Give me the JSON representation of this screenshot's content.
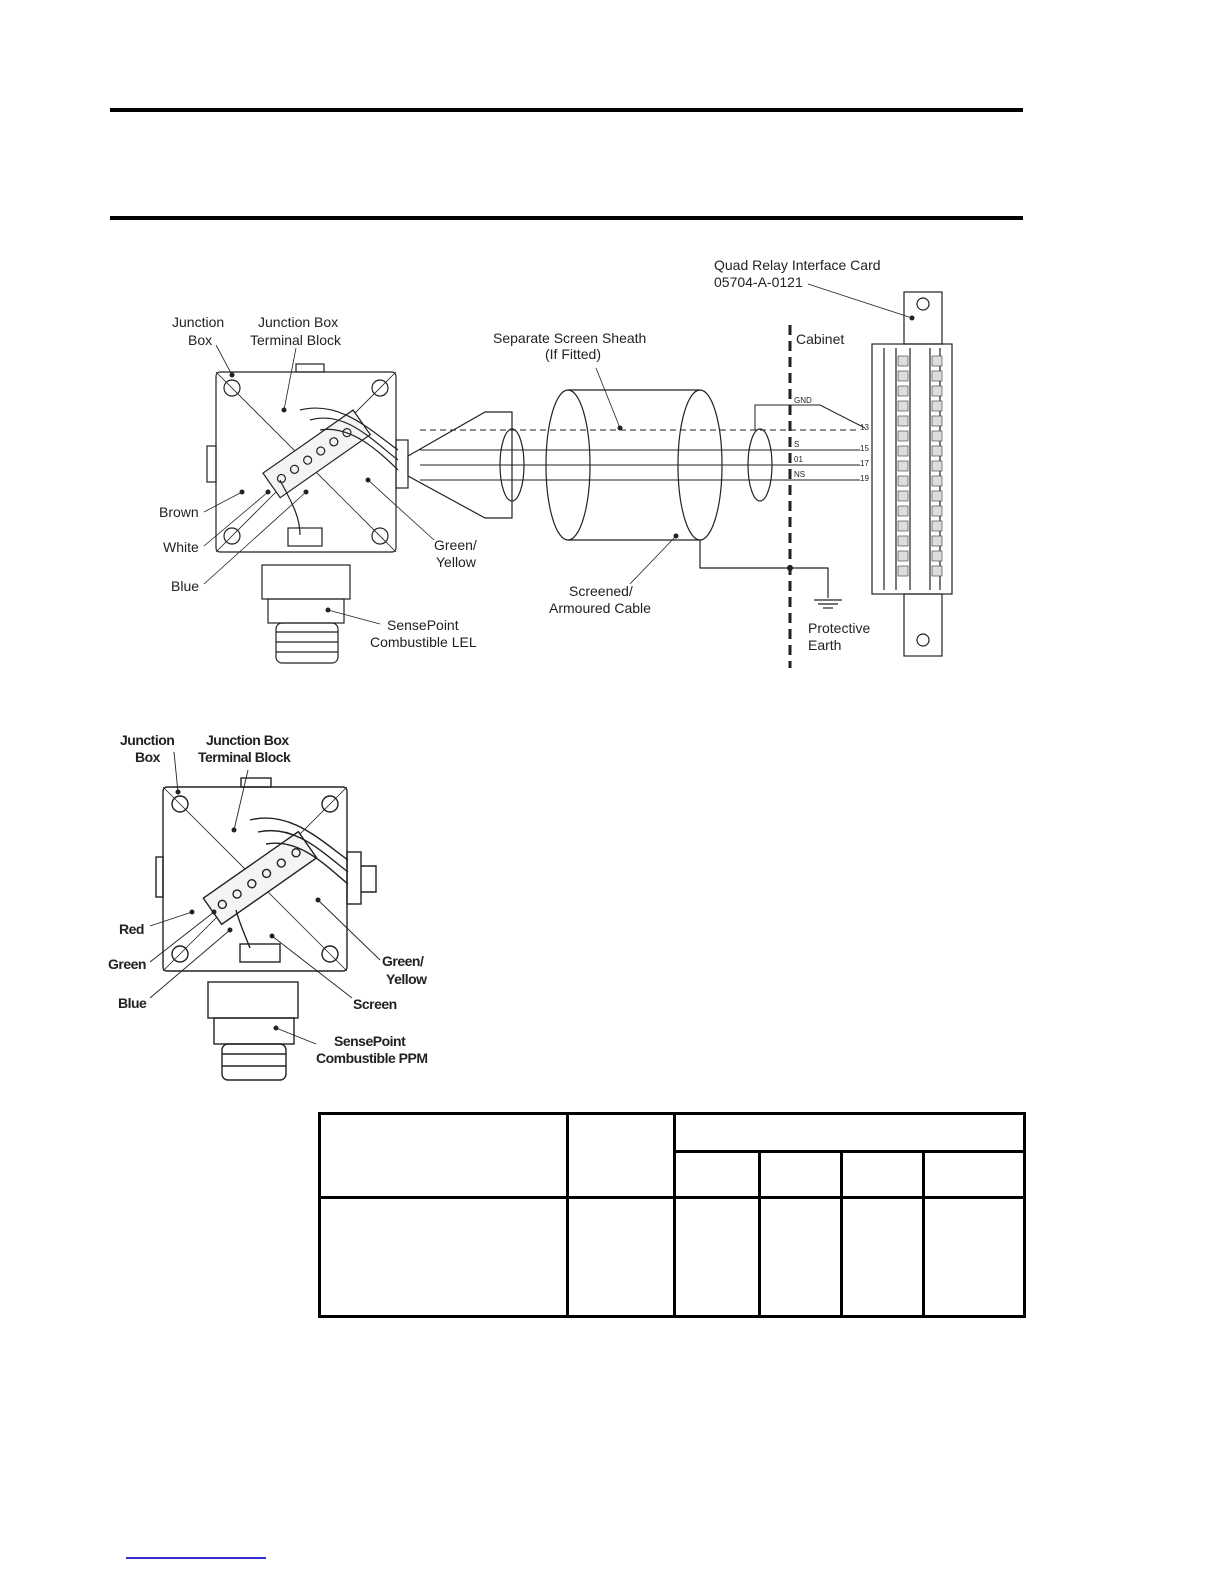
{
  "diagram_lel": {
    "quad_relay_line1": "Quad Relay Interface Card",
    "quad_relay_line2": "05704-A-0121",
    "junction_box_line1": "Junction",
    "junction_box_line2": "Box",
    "terminal_block_line1": "Junction Box",
    "terminal_block_line2": "Terminal Block",
    "sheath_line1": "Separate Screen Sheath",
    "sheath_line2": "(If Fitted)",
    "cabinet": "Cabinet",
    "gnd": "GND",
    "s": "S",
    "o1": "01",
    "ns": "NS",
    "term_13": "13",
    "term_15": "15",
    "term_17": "17",
    "term_19": "19",
    "brown": "Brown",
    "white": "White",
    "blue": "Blue",
    "green_yellow_line1": "Green/",
    "green_yellow_line2": "Yellow",
    "cable_line1": "Screened/",
    "cable_line2": "Armoured Cable",
    "sensor_line1": "SensePoint",
    "sensor_line2": "Combustible LEL",
    "earth_line1": "Protective",
    "earth_line2": "Earth"
  },
  "diagram_ppm": {
    "junction_box_line1": "Junction",
    "junction_box_line2": "Box",
    "terminal_block_line1": "Junction Box",
    "terminal_block_line2": "Terminal Block",
    "red": "Red",
    "green": "Green",
    "blue": "Blue",
    "screen": "Screen",
    "green_yellow_line1": "Green/",
    "green_yellow_line2": "Yellow",
    "sensor_line1": "SensePoint",
    "sensor_line2": "Combustible PPM"
  }
}
